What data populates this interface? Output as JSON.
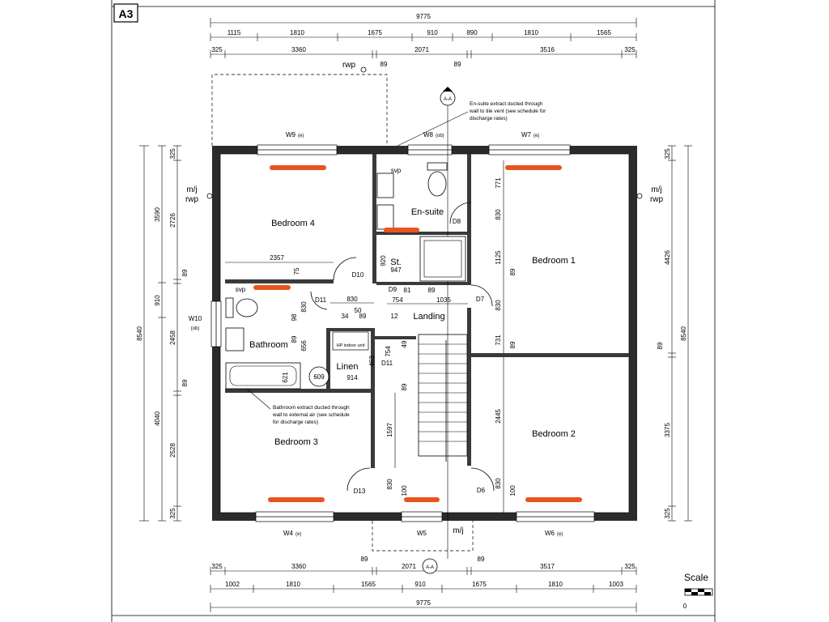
{
  "sheet": {
    "size_label": "A3"
  },
  "scale": {
    "label": "Scale",
    "zero": "0"
  },
  "rooms": {
    "bedroom1": "Bedroom 1",
    "bedroom2": "Bedroom 2",
    "bedroom3": "Bedroom 3",
    "bedroom4": "Bedroom 4",
    "ensuite": "En-suite",
    "bathroom": "Bathroom",
    "linen": "Linen",
    "landing": "Landing",
    "store": "St."
  },
  "labels": {
    "svp_top": "svp",
    "svp_bath": "svp",
    "rwp_top": "rwp",
    "mj_left": "m/j",
    "rwp_left": "rwp",
    "mj_right": "m/j",
    "rwp_right": "rwp",
    "mj_bottom": "m/j",
    "hp_unit": "HP indoor unit",
    "section_top": "A-A",
    "section_bottom": "A-A"
  },
  "windows": {
    "w9": "W9",
    "w9_suffix": "(e)",
    "w8": "W8",
    "w8_suffix": "(ob)",
    "w7": "W7",
    "w7_suffix": "(e)",
    "w10": "W10",
    "w10_suffix": "(ob)",
    "w4": "W4",
    "w4_suffix": "(e)",
    "w5": "W5",
    "w6": "W6",
    "w6_suffix": "(e)"
  },
  "doors": {
    "d8": "D8",
    "d10": "D10",
    "d9": "D9",
    "d11a": "D11",
    "d7": "D7",
    "d11b": "D11",
    "d13": "D13",
    "d6": "D6"
  },
  "notes": {
    "ensuite_extract": [
      "En-suite extract ducted through",
      "wall to tile vent (see schedule for",
      "discharge rates)"
    ],
    "bathroom_extract": [
      "Bathroom extract ducted through",
      "wall to external air (see schedule",
      "for discharge rates)"
    ]
  },
  "top_dims": {
    "overall": "9775",
    "row1": [
      "1115",
      "1810",
      "1675",
      "910",
      "890",
      "1810",
      "1565"
    ],
    "row2": [
      "325",
      "3360",
      "89",
      "2071",
      "89",
      "3516",
      "325"
    ]
  },
  "bottom_dims": {
    "overall": "9775",
    "row1": [
      "1002",
      "1810",
      "1565",
      "910",
      "1675",
      "1810",
      "1003"
    ],
    "row2": [
      "325",
      "3360",
      "89",
      "2071",
      "89",
      "3517",
      "325"
    ]
  },
  "left_dims": {
    "overall": "8540",
    "seg_a": [
      "3590",
      "910",
      "4040"
    ],
    "seg_b": [
      "325",
      "2726",
      "89",
      "2458",
      "89",
      "2528",
      "325"
    ]
  },
  "right_dims": {
    "overall": "8540",
    "seg_a": [
      "4426",
      "89",
      "3375"
    ],
    "seg_b": [
      "325",
      "325"
    ]
  },
  "interior_dims": {
    "d2357": "2357",
    "d75": "75",
    "d50": "50",
    "d830a": "830",
    "d34": "34",
    "d89a": "89",
    "d12": "12",
    "d98": "98",
    "d830b": "830",
    "d89b": "89",
    "d656": "656",
    "d621": "621",
    "d609": "609",
    "d914": "914",
    "d463": "463",
    "d754a": "754",
    "d49": "49",
    "d89c": "89",
    "d1597": "1597",
    "d830c": "830",
    "d100a": "100",
    "d920": "920",
    "d947": "947",
    "d81": "81",
    "d89d": "89",
    "d754b": "754",
    "d1035": "1035",
    "d771": "771",
    "d830d": "830",
    "d1125": "1125",
    "d89e": "89",
    "d830e": "830",
    "d731": "731",
    "d89f": "89",
    "d2445": "2445",
    "d830f": "830",
    "d100b": "100"
  }
}
